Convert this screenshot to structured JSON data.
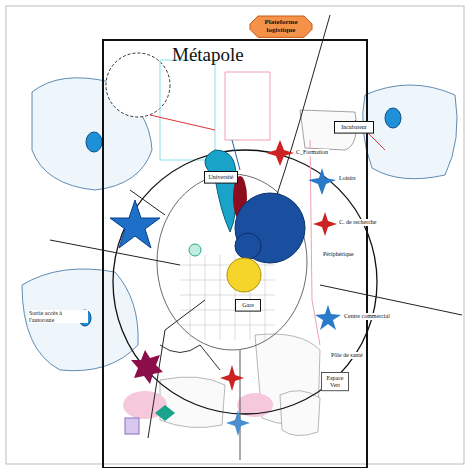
{
  "diagram": {
    "title": "Métapole",
    "nodes": [
      {
        "text": [
          "Plateforme logistique"
        ]
      },
      {
        "text": [
          "Incubateur"
        ]
      },
      {
        "text": [
          "Université"
        ]
      },
      {
        "text": [
          "Gare"
        ]
      },
      {
        "text": [
          "Espace Vert"
        ]
      }
    ],
    "labels": [
      "C_Formation",
      "Loisirs",
      "C. de recherche",
      "Périphérique",
      "Centre commercial",
      "Pôle de santé",
      "Sortie accès à l'autoroute"
    ]
  }
}
